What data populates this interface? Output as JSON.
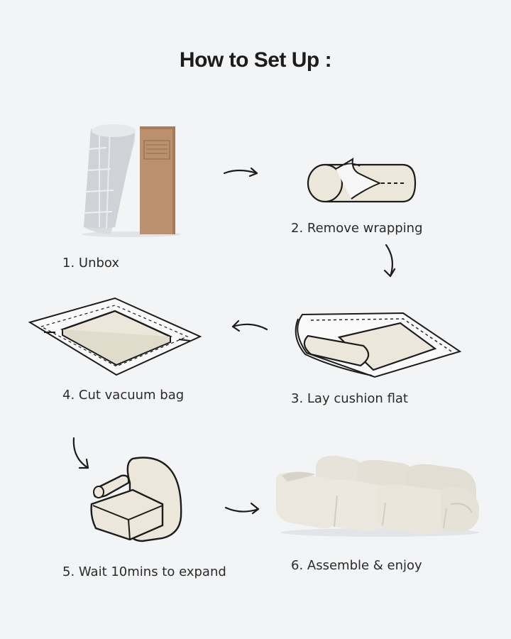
{
  "title": "How to Set Up :",
  "steps": [
    {
      "label": "1. Unbox",
      "icon": "unbox-illustration"
    },
    {
      "label": "2. Remove wrapping",
      "icon": "rolled-cushion-icon"
    },
    {
      "label": "3. Lay cushion flat",
      "icon": "lay-flat-cushion-icon"
    },
    {
      "label": "4. Cut vacuum bag",
      "icon": "vacuum-bag-cushion-icon"
    },
    {
      "label": "5. Wait 10mins to expand",
      "icon": "expanded-chair-icon"
    },
    {
      "label": "6. Assemble & enjoy",
      "icon": "assembled-sofa-image"
    }
  ],
  "colors": {
    "background": "#f3f4f6",
    "cushion": "#ece7da",
    "box": "#b88f6c",
    "outline": "#1c1c1c"
  }
}
